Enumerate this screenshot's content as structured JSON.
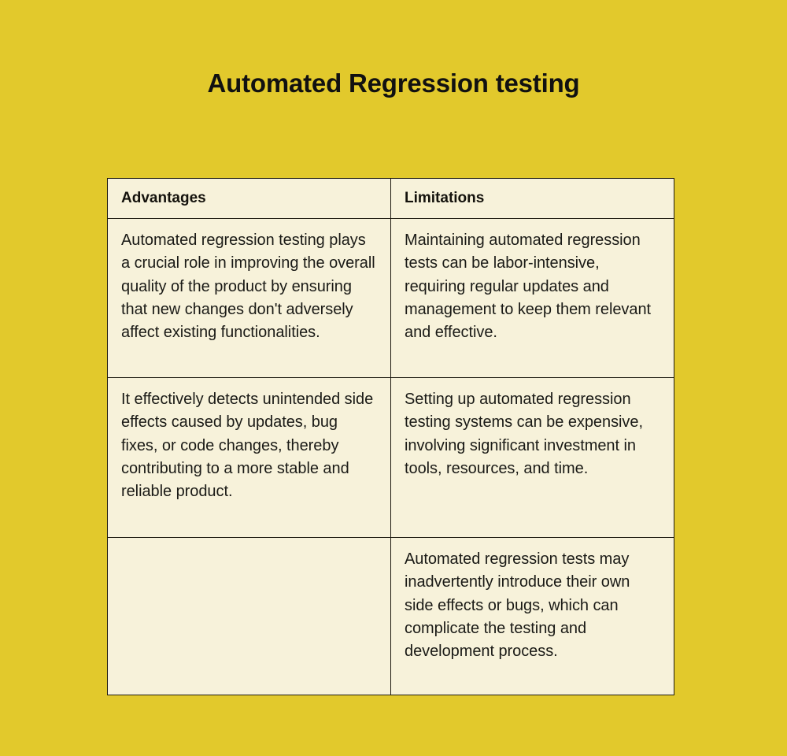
{
  "page": {
    "title": "Automated Regression testing",
    "background_color": "#e2c92c",
    "cell_background_color": "#f7f2da",
    "border_color": "#1d1a10",
    "text_color": "#1a1a16"
  },
  "table": {
    "headers": [
      "Advantages",
      "Limitations"
    ],
    "rows": [
      {
        "advantages": "Automated regression testing plays a crucial role in improving the overall quality of the product by ensuring that new changes don't adversely affect existing functionalities.",
        "limitations": "Maintaining automated regression tests can be labor-intensive, requiring regular updates and management to keep them relevant and effective."
      },
      {
        "advantages": "It effectively detects unintended side effects caused by updates, bug fixes, or code changes, thereby contributing to a more stable and reliable product.",
        "limitations": "Setting up automated regression testing systems can be expensive, involving significant investment in tools, resources, and time."
      },
      {
        "advantages": "",
        "limitations": "Automated regression tests may inadvertently introduce their own side effects or bugs, which can complicate the testing and development process."
      }
    ]
  }
}
